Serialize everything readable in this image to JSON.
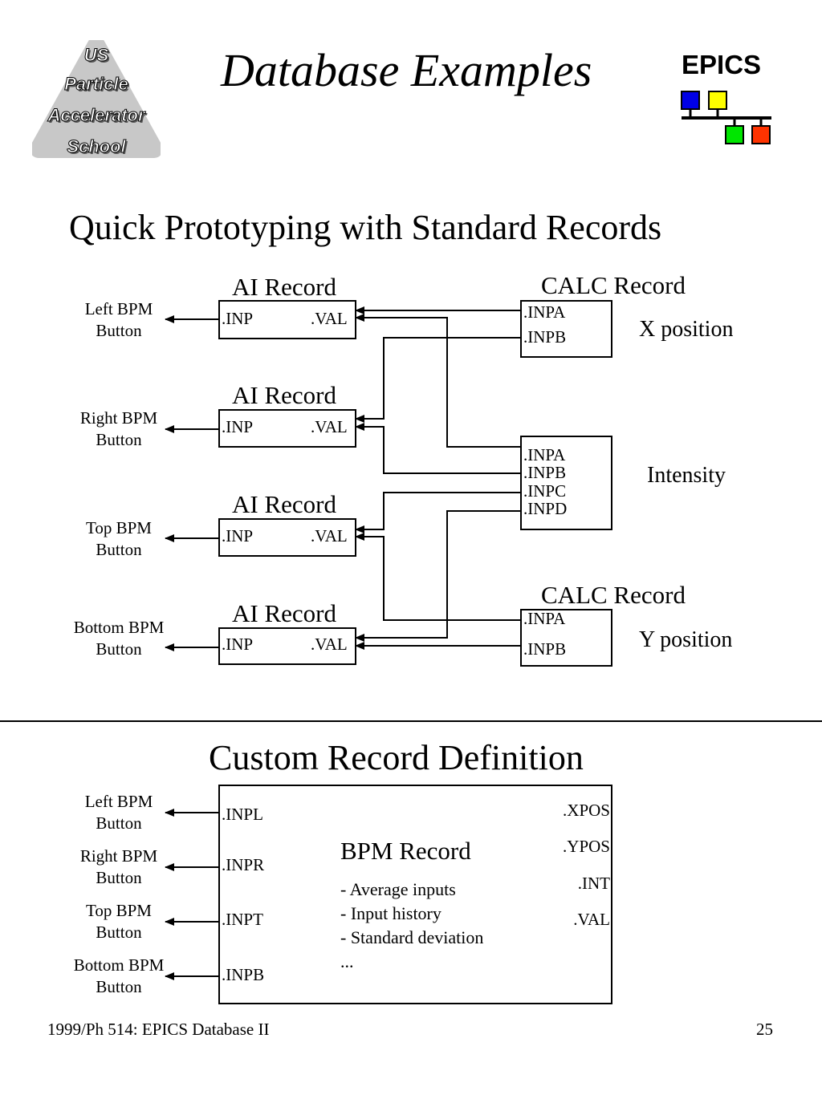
{
  "header": {
    "title": "Database Examples",
    "school_logo": {
      "lines": [
        "US",
        "Particle",
        "Accelerator",
        "School"
      ]
    },
    "epics_logo": {
      "label": "EPICS",
      "colors": [
        "#0000e6",
        "#ffff00",
        "#00e600",
        "#ff3300"
      ]
    }
  },
  "section1": {
    "title": "Quick Prototyping with Standard Records",
    "ai_records": [
      {
        "title": "AI Record",
        "inp": ".INP",
        "val": ".VAL",
        "button": [
          "Left BPM",
          "Button"
        ]
      },
      {
        "title": "AI Record",
        "inp": ".INP",
        "val": ".VAL",
        "button": [
          "Right BPM",
          "Button"
        ]
      },
      {
        "title": "AI Record",
        "inp": ".INP",
        "val": ".VAL",
        "button": [
          "Top BPM",
          "Button"
        ]
      },
      {
        "title": "AI Record",
        "inp": ".INP",
        "val": ".VAL",
        "button": [
          "Bottom BPM",
          "Button"
        ]
      }
    ],
    "calc_x": {
      "title": "CALC Record",
      "fields": [
        ".INPA",
        ".INPB"
      ],
      "label": "X position"
    },
    "calc_int": {
      "fields": [
        ".INPA",
        ".INPB",
        ".INPC",
        ".INPD"
      ],
      "label": "Intensity"
    },
    "calc_y": {
      "title": "CALC Record",
      "fields": [
        ".INPA",
        ".INPB"
      ],
      "label": "Y position"
    }
  },
  "section2": {
    "title": "Custom Record Definition",
    "buttons": [
      [
        "Left BPM",
        "Button"
      ],
      [
        "Right BPM",
        "Button"
      ],
      [
        "Top BPM",
        "Button"
      ],
      [
        "Bottom BPM",
        "Button"
      ]
    ],
    "inputs": [
      ".INPL",
      ".INPR",
      ".INPT",
      ".INPB"
    ],
    "outputs": [
      ".XPOS",
      ".YPOS",
      ".INT",
      ".VAL"
    ],
    "record_title": "BPM Record",
    "bullets": [
      "- Average inputs",
      "- Input history",
      "- Standard deviation",
      "..."
    ]
  },
  "footer": {
    "left": "1999/Ph 514: EPICS Database II",
    "page": "25"
  }
}
